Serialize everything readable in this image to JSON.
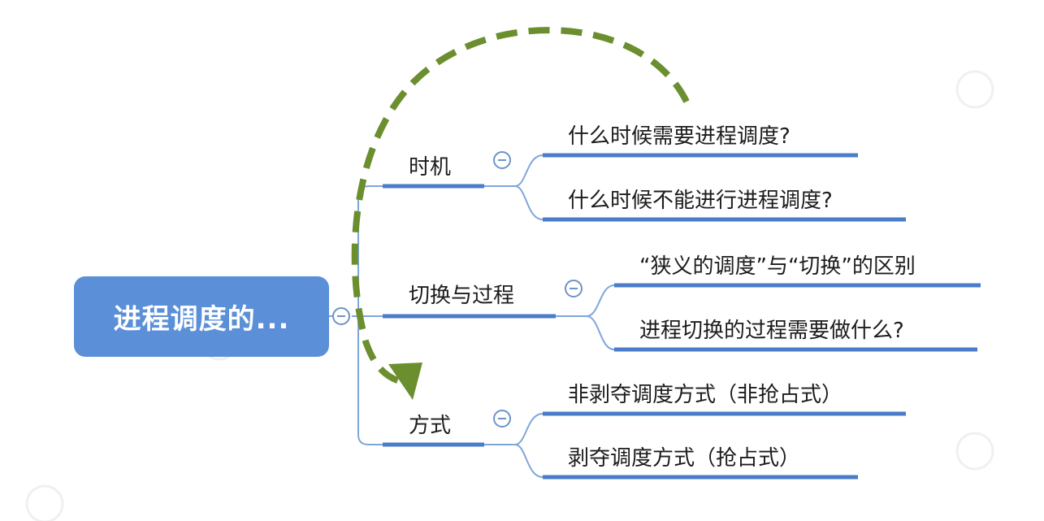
{
  "mindmap": {
    "root": {
      "label": "进程调度的..."
    },
    "branches": [
      {
        "label": "时机",
        "children": [
          "什么时候需要进程调度?",
          "什么时候不能进行进程调度?"
        ]
      },
      {
        "label": "切换与过程",
        "children": [
          "“狭义的调度”与“切换”的区别",
          "进程切换的过程需要做什么?"
        ]
      },
      {
        "label": "方式",
        "children": [
          "非剥夺调度方式（非抢占式）",
          "剥夺调度方式（抢占式）"
        ]
      }
    ]
  },
  "colors": {
    "root_fill": "#5b8fd8",
    "branch_line": "#4a7cc9",
    "connector": "#7fa6d9",
    "arrow": "#6b8e2e"
  }
}
